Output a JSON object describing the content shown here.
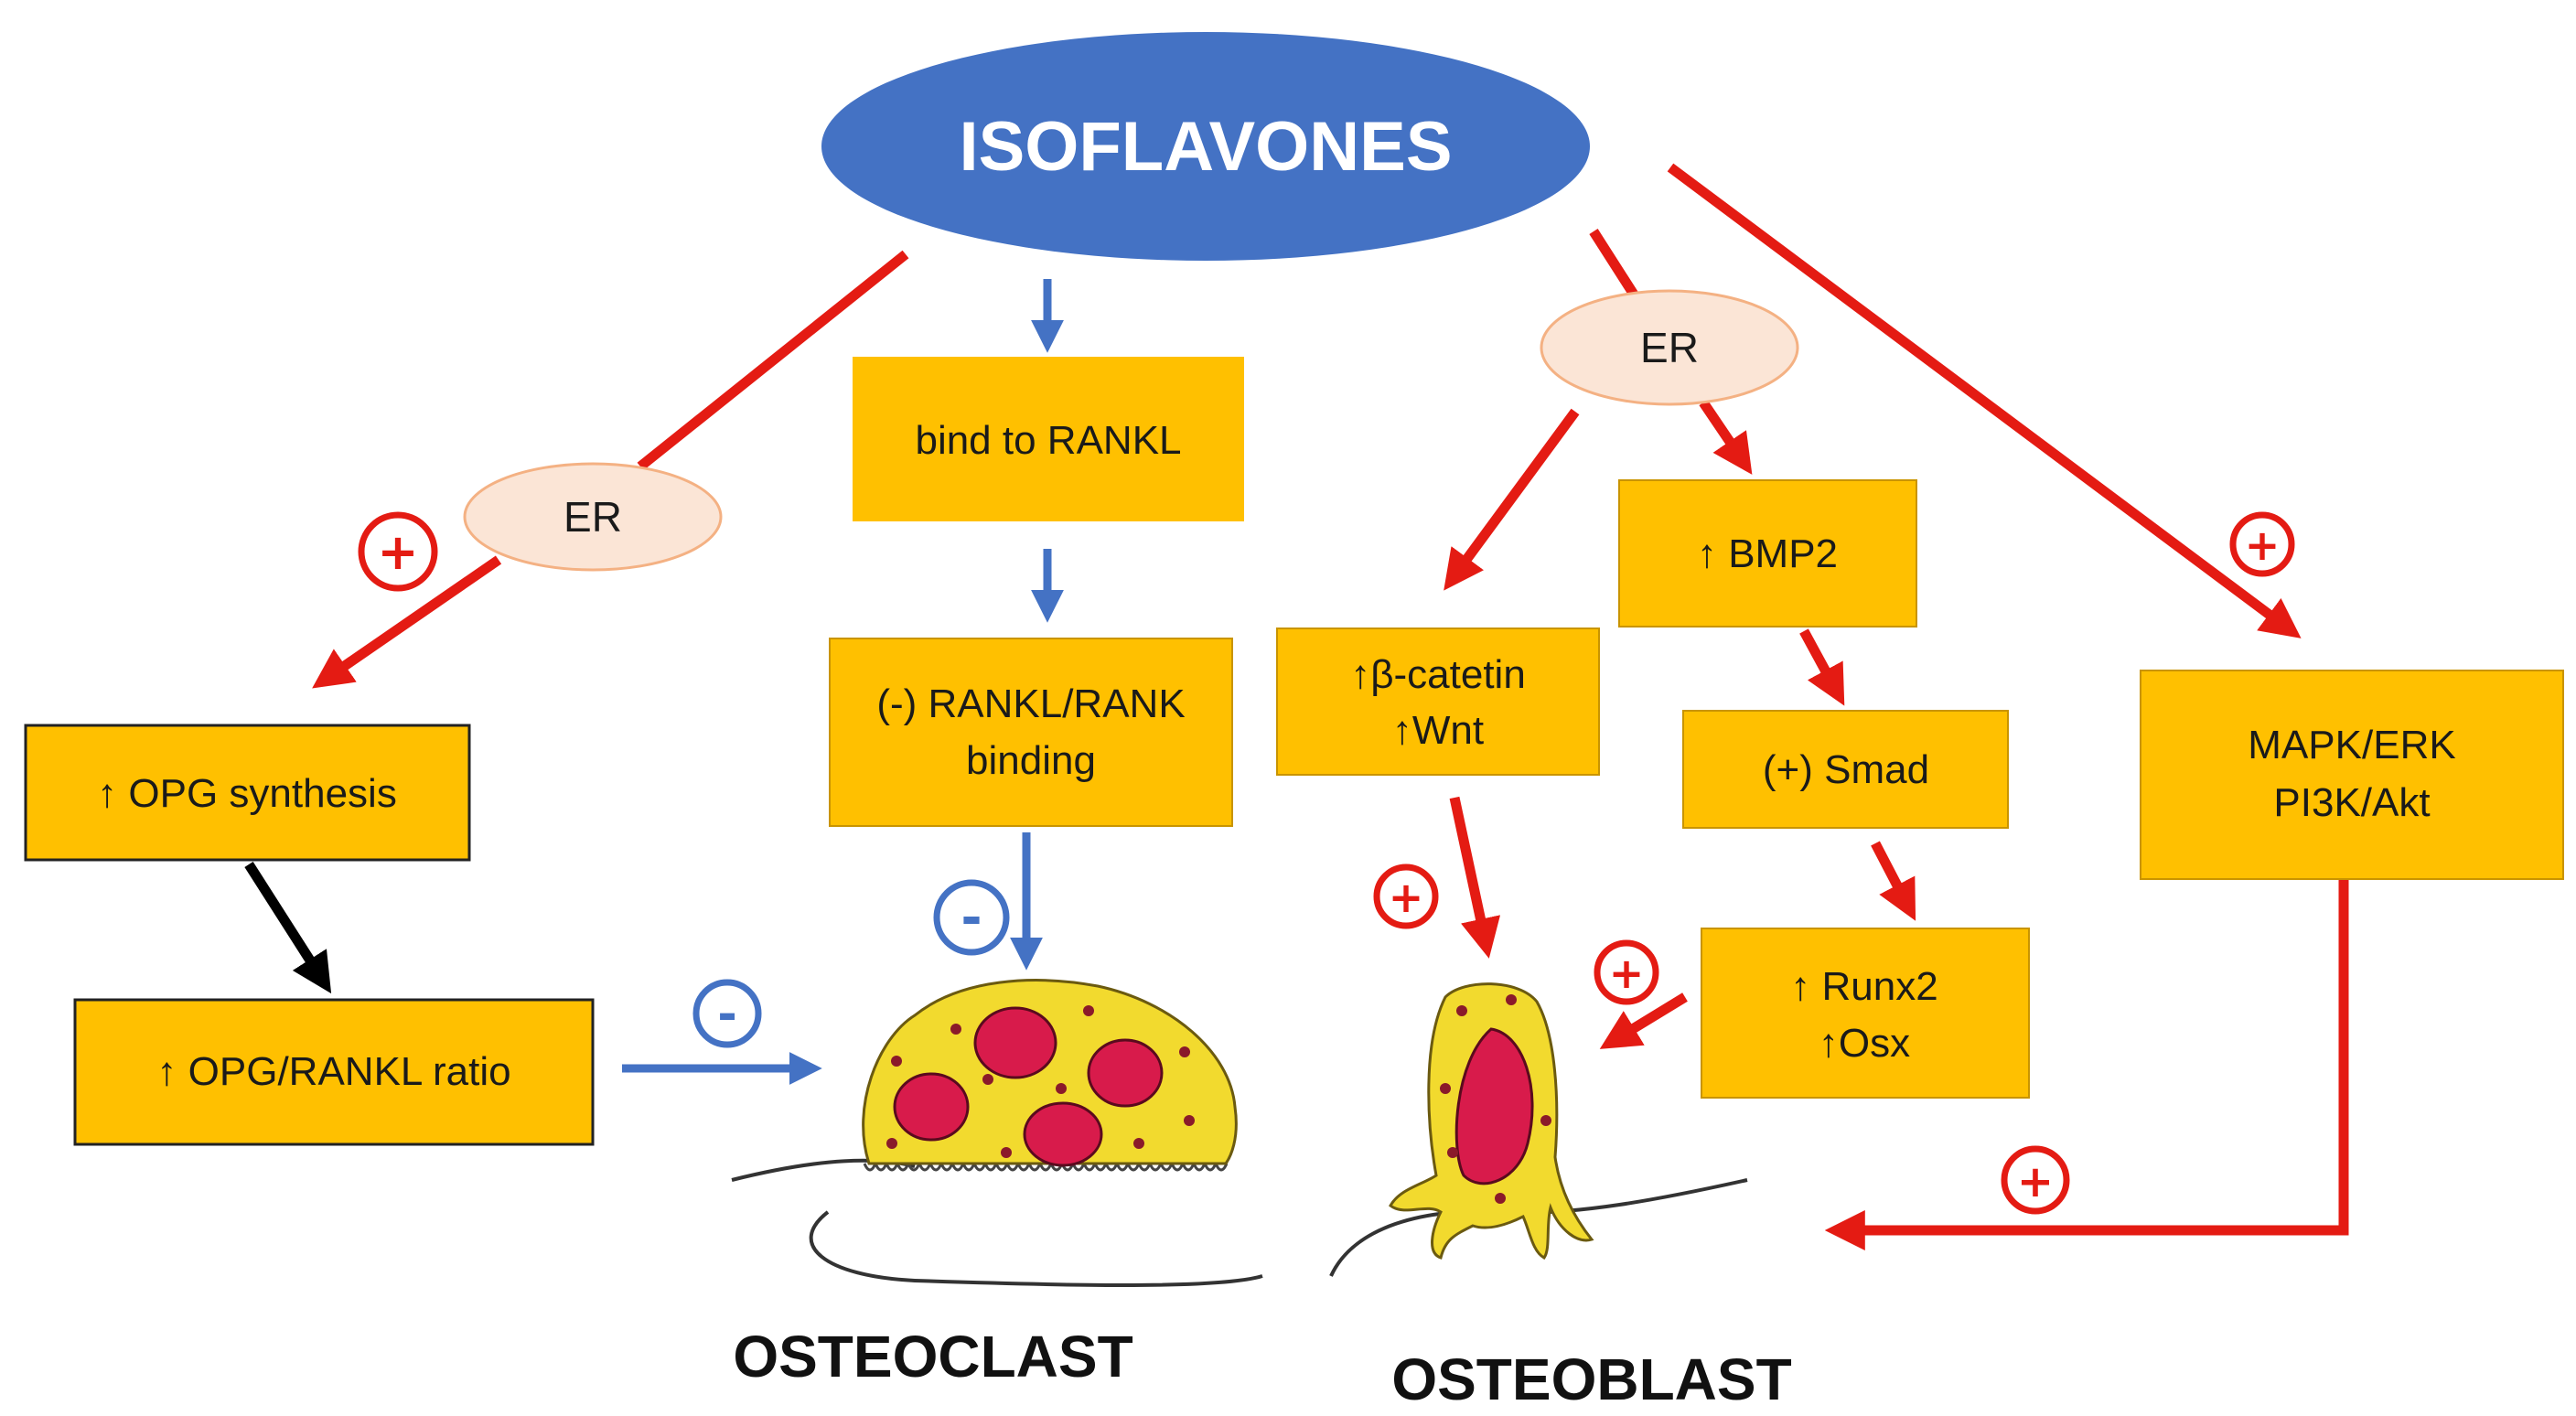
{
  "title": "ISOFLAVONES",
  "receptors": {
    "left": "ER",
    "right": "ER"
  },
  "boxes": {
    "bind_rankl": "bind to RANKL",
    "rankl_rank_line1": "(-) RANKL/RANK",
    "rankl_rank_line2": "binding",
    "opg_synthesis": "↑ OPG synthesis",
    "opg_rankl_ratio": "↑ OPG/RANKL ratio",
    "beta_catenin_line1": "↑β-catetin",
    "beta_catenin_line2": "↑Wnt",
    "bmp2": "↑ BMP2",
    "smad": "(+) Smad",
    "runx2_line1": "↑ Runx2",
    "runx2_line2": "↑Osx",
    "mapk_line1": "MAPK/ERK",
    "mapk_line2": "PI3K/Akt"
  },
  "signs": {
    "plus": "+",
    "minus": "-"
  },
  "cells": {
    "osteoclast": "OSTEOCLAST",
    "osteoblast": "OSTEOBLAST"
  },
  "colors": {
    "box_fill": "#FFC000",
    "ellipse_title": "#4472C4",
    "ellipse_er": "#FBE5D6",
    "er_border": "#F4B183",
    "arrow_red": "#E41B13",
    "arrow_blue": "#4472C4",
    "arrow_black": "#000000",
    "cell_yellow": "#F2DA2E",
    "nucleus_pink": "#D81B4B"
  }
}
